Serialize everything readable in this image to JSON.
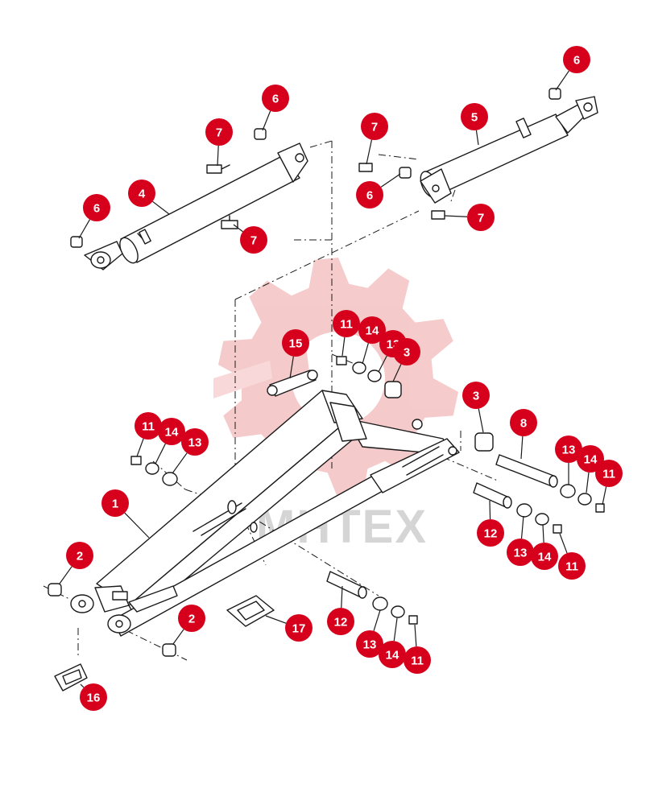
{
  "colors": {
    "callout": "#d6001c",
    "callout_text": "#ffffff",
    "line": "#1a1a1a",
    "watermark_gear": "#f2b9b9",
    "watermark_text": "#c8c8c8"
  },
  "watermark": {
    "text": "MHTEX",
    "icon": "gear-logo-icon"
  },
  "callouts": [
    {
      "num": "6"
    },
    {
      "num": "5"
    },
    {
      "num": "6"
    },
    {
      "num": "7"
    },
    {
      "num": "7"
    },
    {
      "num": "4"
    },
    {
      "num": "6"
    },
    {
      "num": "6"
    },
    {
      "num": "7"
    },
    {
      "num": "7"
    },
    {
      "num": "11"
    },
    {
      "num": "14"
    },
    {
      "num": "13"
    },
    {
      "num": "3"
    },
    {
      "num": "15"
    },
    {
      "num": "3"
    },
    {
      "num": "8"
    },
    {
      "num": "11"
    },
    {
      "num": "14"
    },
    {
      "num": "13"
    },
    {
      "num": "13"
    },
    {
      "num": "14"
    },
    {
      "num": "11"
    },
    {
      "num": "1"
    },
    {
      "num": "12"
    },
    {
      "num": "13"
    },
    {
      "num": "14"
    },
    {
      "num": "11"
    },
    {
      "num": "2"
    },
    {
      "num": "12"
    },
    {
      "num": "2"
    },
    {
      "num": "17"
    },
    {
      "num": "13"
    },
    {
      "num": "14"
    },
    {
      "num": "11"
    },
    {
      "num": "16"
    }
  ]
}
